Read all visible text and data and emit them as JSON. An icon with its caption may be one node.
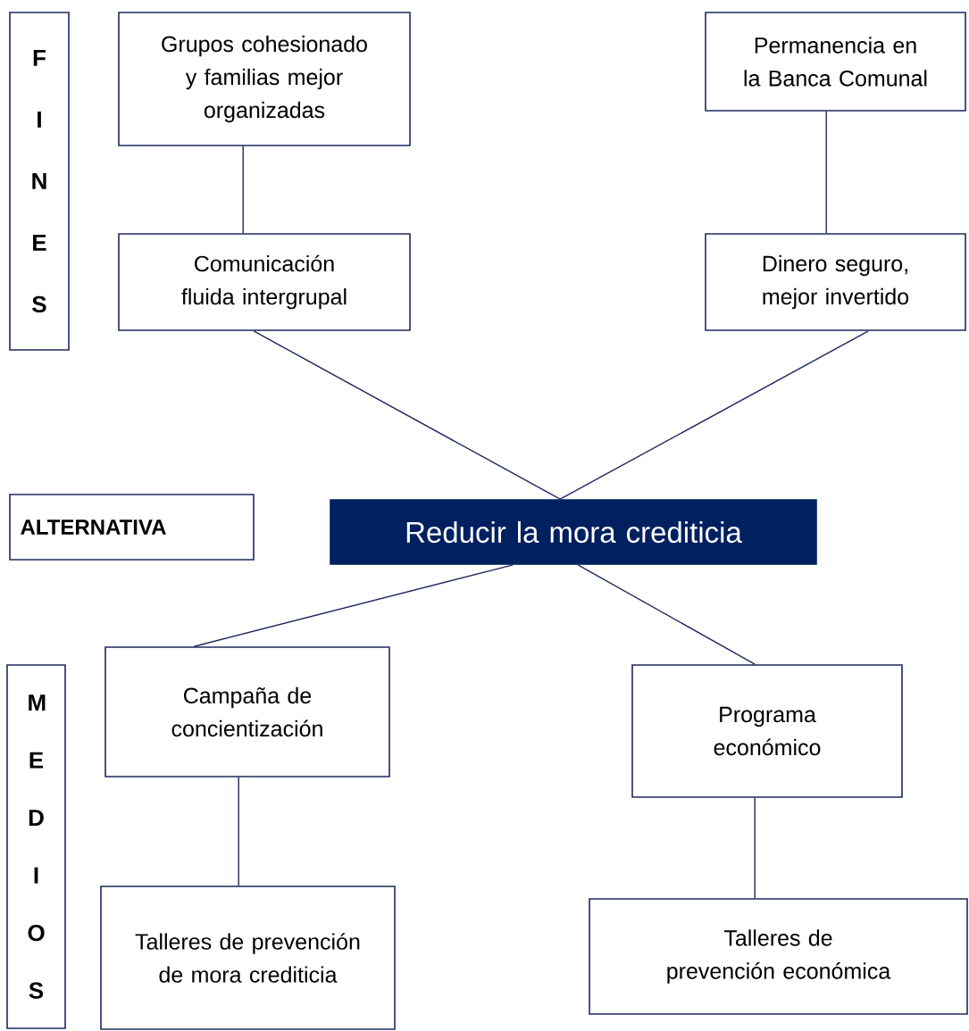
{
  "diagram": {
    "nodes": [
      {
        "text": [
          "F I N E S"
        ]
      },
      {
        "text": [
          "Grupos cohesionado y familias mejor organizadas"
        ]
      },
      {
        "text": [
          "Permanencia en la Banca Comunal"
        ]
      },
      {
        "text": [
          "Comunicación fluida intergrupal"
        ]
      },
      {
        "text": [
          "Dinero seguro, mejor invertido"
        ]
      },
      {
        "text": [
          "ALTERNATIVA"
        ]
      },
      {
        "text": [
          "Reducir la mora crediticia"
        ]
      },
      {
        "text": [
          "M E D I O S"
        ]
      },
      {
        "text": [
          "Campaña de concientización"
        ]
      },
      {
        "text": [
          "Programa económico"
        ]
      },
      {
        "text": [
          "Talleres de prevención de mora crediticia"
        ]
      },
      {
        "text": [
          "Talleres de prevención económica"
        ]
      }
    ],
    "edges": [
      {
        "from": 1,
        "to": 3,
        "arrow": "none"
      },
      {
        "from": 2,
        "to": 4,
        "arrow": "none"
      },
      {
        "from": 3,
        "to": 6,
        "arrow": "none"
      },
      {
        "from": 4,
        "to": 6,
        "arrow": "none"
      },
      {
        "from": 6,
        "to": 8,
        "arrow": "none"
      },
      {
        "from": 6,
        "to": 9,
        "arrow": "none"
      },
      {
        "from": 8,
        "to": 10,
        "arrow": "none"
      },
      {
        "from": 9,
        "to": 11,
        "arrow": "none"
      }
    ]
  }
}
